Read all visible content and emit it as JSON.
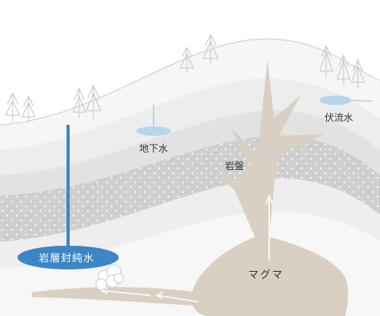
{
  "labels": {
    "groundwater": "地下水",
    "subsurface_flow": "伏流水",
    "bedrock": "岩盤",
    "magma": "マグマ",
    "confined_water": "岩層封純水"
  },
  "colors": {
    "sky": "#ffffff",
    "hill_outline": "#c9c9c9",
    "layer_1": "#f6f6f6",
    "layer_2": "#ededed",
    "layer_3": "#e2e2e2",
    "porous_rock": "#cfcfcf",
    "porous_dots": "#ffffff",
    "deep_layer": "#eeeeee",
    "magma": "#d9cfc2",
    "water_blue": "#3c86c6",
    "water_light": "#b7d5ea",
    "label_text": "#333333"
  },
  "icons": {
    "trees": "conifer-tree-icon",
    "steam": "steam-cloud-icon",
    "arrows": "arrow-icon"
  }
}
